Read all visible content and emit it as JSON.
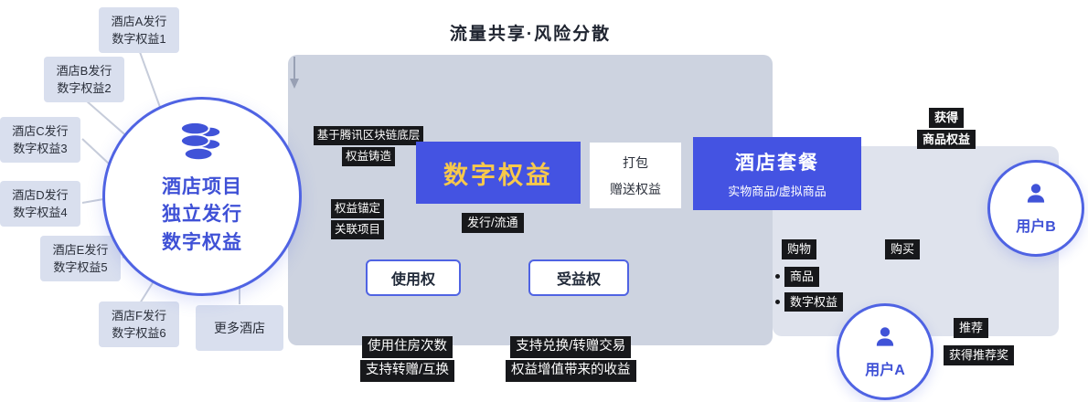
{
  "title": "流量共享·风险分散",
  "hotels": [
    {
      "line1": "酒店A发行",
      "line2": "数字权益1"
    },
    {
      "line1": "酒店B发行",
      "line2": "数字权益2"
    },
    {
      "line1": "酒店C发行",
      "line2": "数字权益3"
    },
    {
      "line1": "酒店D发行",
      "line2": "数字权益4"
    },
    {
      "line1": "酒店E发行",
      "line2": "数字权益5"
    },
    {
      "line1": "酒店F发行",
      "line2": "数字权益6"
    }
  ],
  "more_hotels": "更多酒店",
  "issuer": {
    "line1": "酒店项目",
    "line2": "独立发行",
    "line3": "数字权益"
  },
  "panel": {
    "blockchain_note": "基于腾讯区块链底层",
    "mint_label": "权益铸造",
    "digital_rights": "数字权益",
    "anchor_line1": "权益锚定",
    "anchor_line2": "关联项目",
    "issue_flow": "发行/流通",
    "package_line1": "打包",
    "package_line2": "赠送权益",
    "hotel_package_title": "酒店套餐",
    "hotel_package_sub": "实物商品/虚拟商品",
    "usage_right": "使用权",
    "benefit_right": "受益权",
    "usage_note_line1": "使用住房次数",
    "usage_note_line2": "支持转赠/互换",
    "benefit_note_line1": "支持兑换/转赠交易",
    "benefit_note_line2": "权益增值带来的收益"
  },
  "right": {
    "gain_line1": "获得",
    "gain_line2": "商品权益",
    "shopping_label": "购物",
    "buy_label": "购买",
    "goods_item": "商品",
    "digital_rights_item": "数字权益",
    "user_b": "用户B",
    "user_a": "用户A",
    "recommend_label": "推荐",
    "recommend_reward": "获得推荐奖"
  },
  "colors": {
    "accent_blue": "#4453e2",
    "circle_border_blue": "#4f63e3",
    "highlight_yellow": "#f8c94b",
    "main_panel_gray": "#cdd3e0",
    "right_panel_gray": "#dfe3ed",
    "hotel_box_blue": "#d9dfee",
    "chip_black": "#17181b",
    "blue_text": "#3f51d6",
    "text_dark": "#1f2430"
  }
}
